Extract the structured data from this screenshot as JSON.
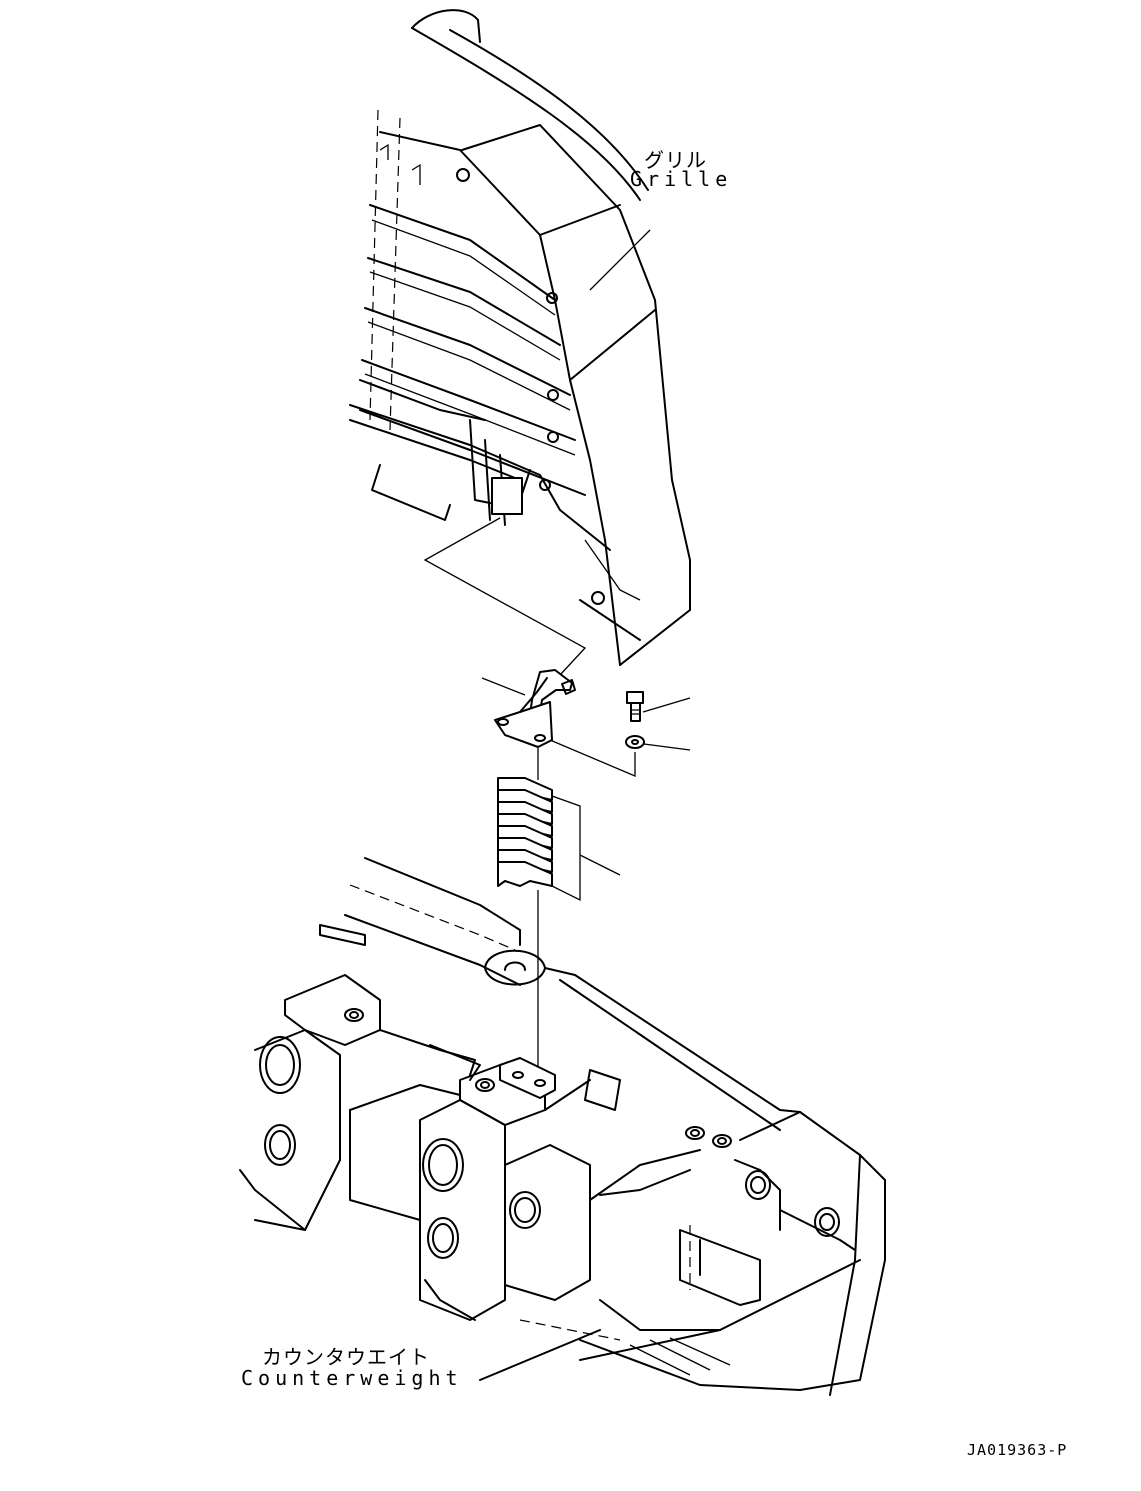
{
  "labels": {
    "grille_jp": "グリル",
    "grille_en": "Grille",
    "counterweight_jp": "カウンタウエイト",
    "counterweight_en": "Counterweight",
    "drawing_number": "JA019363-P"
  },
  "colors": {
    "line": "#000000",
    "background": "#ffffff"
  }
}
